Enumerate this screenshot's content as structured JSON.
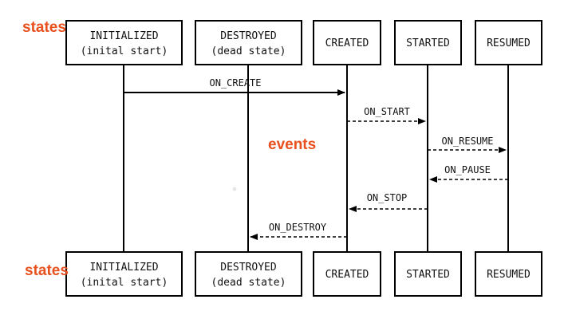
{
  "annotations": {
    "states_label": "states",
    "events_label": "events"
  },
  "colors": {
    "annotation": "#e8501e",
    "line": "#000000"
  },
  "states": [
    {
      "id": "initialized",
      "line1": "INITIALIZED",
      "line2": "(inital start)"
    },
    {
      "id": "destroyed",
      "line1": "DESTROYED",
      "line2": "(dead state)"
    },
    {
      "id": "created",
      "line1": "CREATED"
    },
    {
      "id": "started",
      "line1": "STARTED"
    },
    {
      "id": "resumed",
      "line1": "RESUMED"
    }
  ],
  "events": [
    {
      "label": "ON_CREATE",
      "from": "initialized",
      "to": "created",
      "style": "solid"
    },
    {
      "label": "ON_START",
      "from": "created",
      "to": "started",
      "style": "dashed"
    },
    {
      "label": "ON_RESUME",
      "from": "started",
      "to": "resumed",
      "style": "dashed"
    },
    {
      "label": "ON_PAUSE",
      "from": "resumed",
      "to": "started",
      "style": "dashed"
    },
    {
      "label": "ON_STOP",
      "from": "started",
      "to": "created",
      "style": "dashed"
    },
    {
      "label": "ON_DESTROY",
      "from": "created",
      "to": "destroyed",
      "style": "dashed"
    }
  ]
}
